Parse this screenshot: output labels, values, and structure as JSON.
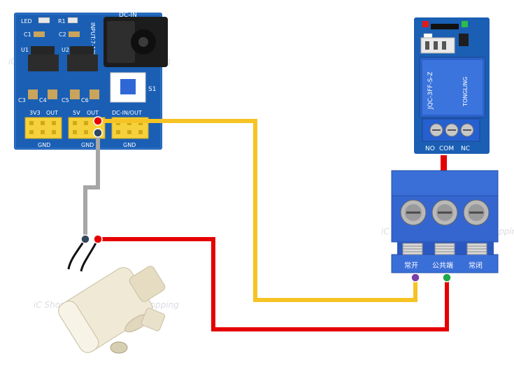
{
  "power_board": {
    "labels": {
      "led": "LED",
      "r1": "R1",
      "input": "INPUT:7-12V",
      "dc_in": "DC-IN",
      "c1": "C1",
      "c2": "C2",
      "u1": "U1",
      "u2": "U2",
      "c3": "C3",
      "c4": "C4",
      "c5": "C5",
      "c6": "C6",
      "s1": "S1",
      "out_3v3": "3V3",
      "out_3v3_b": "OUT",
      "out_5v": "5V",
      "out_5v_b": "OUT",
      "out_dc": "DC-IN/OUT",
      "gnd1": "GND",
      "gnd2": "GND",
      "gnd3": "GND"
    },
    "colors": {
      "pcb": "#1a5fb4",
      "header": "#f5d23c",
      "jack": "#1c1c1c"
    }
  },
  "relay_module": {
    "labels": {
      "model": "JQC-3FF-S-Z",
      "brand": "TONGLING",
      "no": "NO",
      "com": "COM",
      "nc": "NC"
    },
    "colors": {
      "pcb": "#1a5fb4",
      "relay": "#2b62c9"
    }
  },
  "terminal_block": {
    "labels": {
      "normally_open": "常开",
      "common": "公共端",
      "normally_closed": "常闭"
    },
    "colors": {
      "body": "#3a6fd8",
      "screw": "#c8c8c8"
    }
  },
  "wires": {
    "colors": {
      "positive": "#e60000",
      "signal": "#f6c324",
      "ground": "#a6a6a6"
    }
  },
  "connector_dots": {
    "colors": {
      "red": "#e60000",
      "dark": "#33485e",
      "purple": "#7a3fa8",
      "green": "#1fa84a"
    }
  },
  "arrow": {
    "color": "#e60000"
  },
  "watermark": {
    "text": "iC Shopping"
  }
}
